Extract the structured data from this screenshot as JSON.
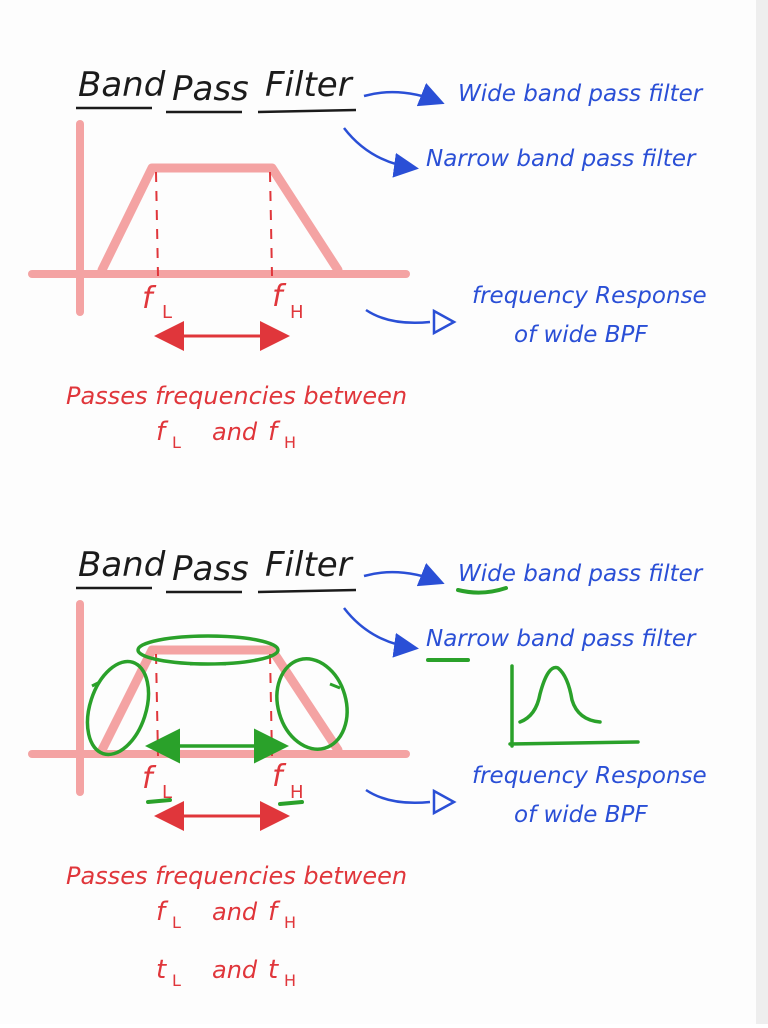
{
  "colors": {
    "ink": "#1b1b1b",
    "blue": "#2a4fd6",
    "red": "#e0363b",
    "pink": "#f4a3a3",
    "green": "#2aa12a",
    "background": "#fdfdfd"
  },
  "panel_top": {
    "title_word1": "Band",
    "title_word2": "Pass",
    "title_word3": "Filter",
    "branch_wide": "Wide band pass filter",
    "branch_narrow": "Narrow band pass filter",
    "label_fl_main": "f",
    "label_fl_sub": "L",
    "label_fh_main": "f",
    "label_fh_sub": "H",
    "response_line1": "frequency Response",
    "response_line2": "of wide BPF",
    "passes_line1": "Passes frequencies  between",
    "passes_line2_a": "f",
    "passes_line2_a_sub": "L",
    "passes_line2_and": "and",
    "passes_line2_b": "f",
    "passes_line2_b_sub": "H"
  },
  "panel_bottom": {
    "title_word1": "Band",
    "title_word2": "Pass",
    "title_word3": "Filter",
    "branch_wide": "Wide band pass filter",
    "branch_narrow": "Narrow band pass filter",
    "label_fl_main": "f",
    "label_fl_sub": "L",
    "label_fh_main": "f",
    "label_fh_sub": "H",
    "response_line1": "frequency Response",
    "response_line2": "of wide BPF",
    "passes_line1": "Passes frequencies  between",
    "passes_line2_a": "f",
    "passes_line2_a_sub": "L",
    "passes_line2_and": "and",
    "passes_line2_b": "f",
    "passes_line2_b_sub": "H",
    "passes_line3_a": "t",
    "passes_line3_a_sub": "L",
    "passes_line3_and": "and",
    "passes_line3_b": "t",
    "passes_line3_b_sub": "H"
  }
}
